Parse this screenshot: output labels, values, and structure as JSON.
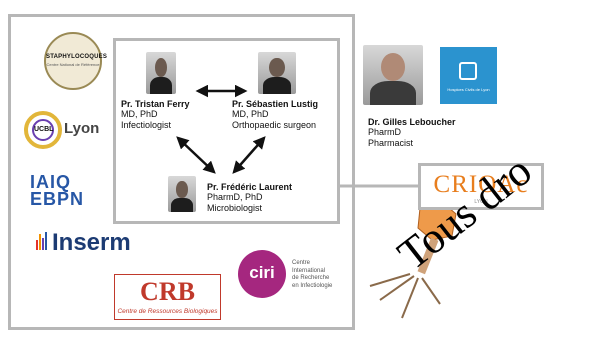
{
  "people": {
    "ferry": {
      "name": "Pr. Tristan Ferry",
      "degree": "MD, PhD",
      "role": "Infectiologist"
    },
    "lustig": {
      "name": "Pr. Sébastien Lustig",
      "degree": "MD, PhD",
      "role": "Orthopaedic surgeon"
    },
    "laurent": {
      "name": "Pr. Frédéric Laurent",
      "degree": "PharmD, PhD",
      "role": "Microbiologist"
    },
    "leboucher": {
      "name": "Dr. Gilles Leboucher",
      "degree": "PharmD",
      "role": "Pharmacist"
    }
  },
  "logos": {
    "staph": {
      "title": "STAPHYLOCOQUES",
      "subtitle": "Centre National de Référence"
    },
    "lyon": {
      "core": "UCBL",
      "word": "Lyon"
    },
    "iaiq": {
      "line1": "IAIQ",
      "line2": "EBPN"
    },
    "inserm": {
      "word": "Inserm"
    },
    "crb": {
      "big": "CRB",
      "small": "Centre de Ressources Biologiques"
    },
    "ciri": {
      "mark": "ciri",
      "text": "Centre\nInternational\nde Recherche\nen Infectiologie"
    },
    "hcl": {
      "caption": "Hospices Civils de Lyon"
    },
    "crioac": {
      "word": "CRIOAc",
      "sub": "LYON"
    }
  },
  "watermark": "Tous dro",
  "colors": {
    "frame": "#b7b7b7",
    "arrow": "#111111",
    "crioac_orange": "#e87e1e",
    "ciri_purple": "#a5277f",
    "crb_red": "#c0392b",
    "hcl_blue": "#2b93cf"
  }
}
